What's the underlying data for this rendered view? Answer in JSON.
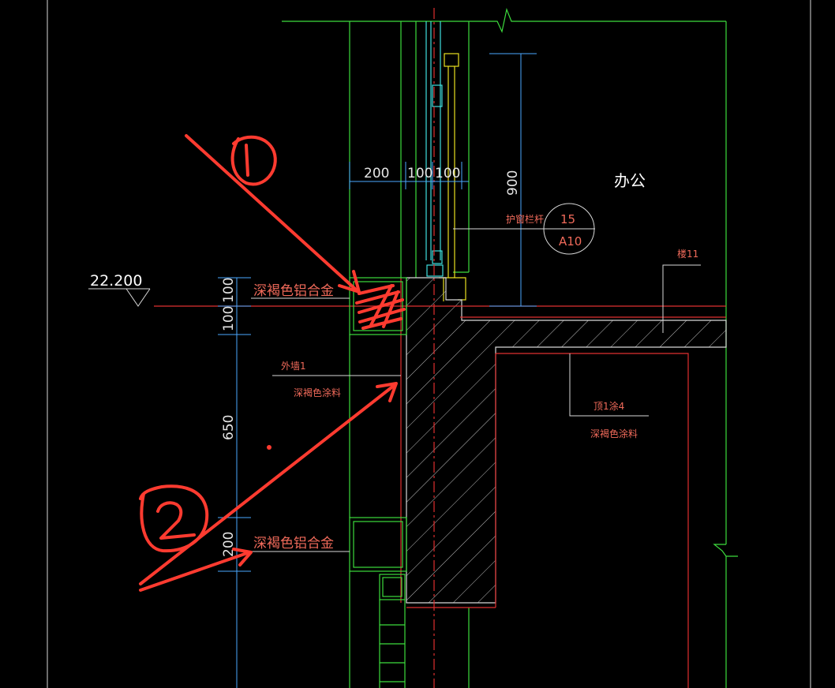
{
  "drawing": {
    "room_label": "办公",
    "elevation": "22.200",
    "dimensions": {
      "top_200": "200",
      "top_100a": "100",
      "top_100b": "100",
      "height_900": "900",
      "left_100a": "100",
      "left_100b": "100",
      "left_650": "650",
      "left_200": "200"
    },
    "labels": {
      "alu_upper": "深褐色铝合金",
      "alu_lower": "深褐色铝合金",
      "outer_wall": "外墙1",
      "outer_paint": "深褐色涂料",
      "railing": "护窗栏杆",
      "floor": "楼11",
      "ceiling": "顶1涂4",
      "ceiling_paint": "深褐色涂料"
    },
    "detail_callout": {
      "number": "15",
      "sheet": "A10"
    },
    "annotations": [
      {
        "mark": "①"
      },
      {
        "mark": "②"
      }
    ]
  },
  "colors": {
    "background": "#000000",
    "wall_green": "#3ddc3d",
    "dim_blue": "#4aa8ff",
    "red_line": "#e03030",
    "hand_red": "#ff3b30",
    "yellow": "#e8e020",
    "cyan": "#40e0e0",
    "label": "#f06a5a"
  }
}
